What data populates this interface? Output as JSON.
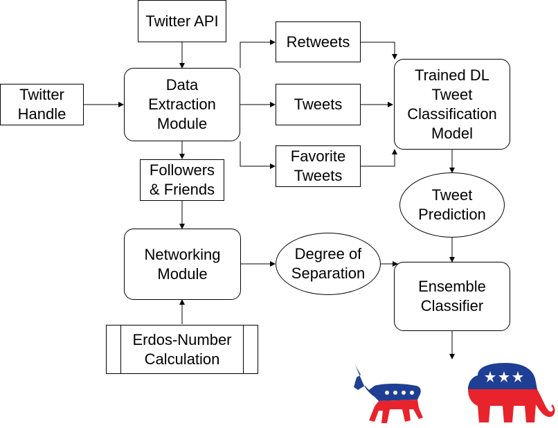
{
  "nodes": {
    "twitter_api": "Twitter API",
    "twitter_handle": "Twitter\nHandle",
    "data_extraction": "Data\nExtraction\nModule",
    "retweets": "Retweets",
    "tweets": "Tweets",
    "favorite_tweets": "Favorite\nTweets",
    "trained_model": "Trained DL\nTweet\nClassification\nModel",
    "followers_friends": "Followers\n& Friends",
    "tweet_prediction": "Tweet\nPrediction",
    "networking": "Networking\nModule",
    "degree_separation": "Degree of\nSeparation",
    "ensemble": "Ensemble\nClassifier",
    "erdos": "Erdos-Number\nCalculation"
  },
  "logos": {
    "democrat_icon": "donkey-icon",
    "republican_icon": "elephant-icon",
    "blue": "#1f3f94",
    "red": "#e8232b"
  }
}
